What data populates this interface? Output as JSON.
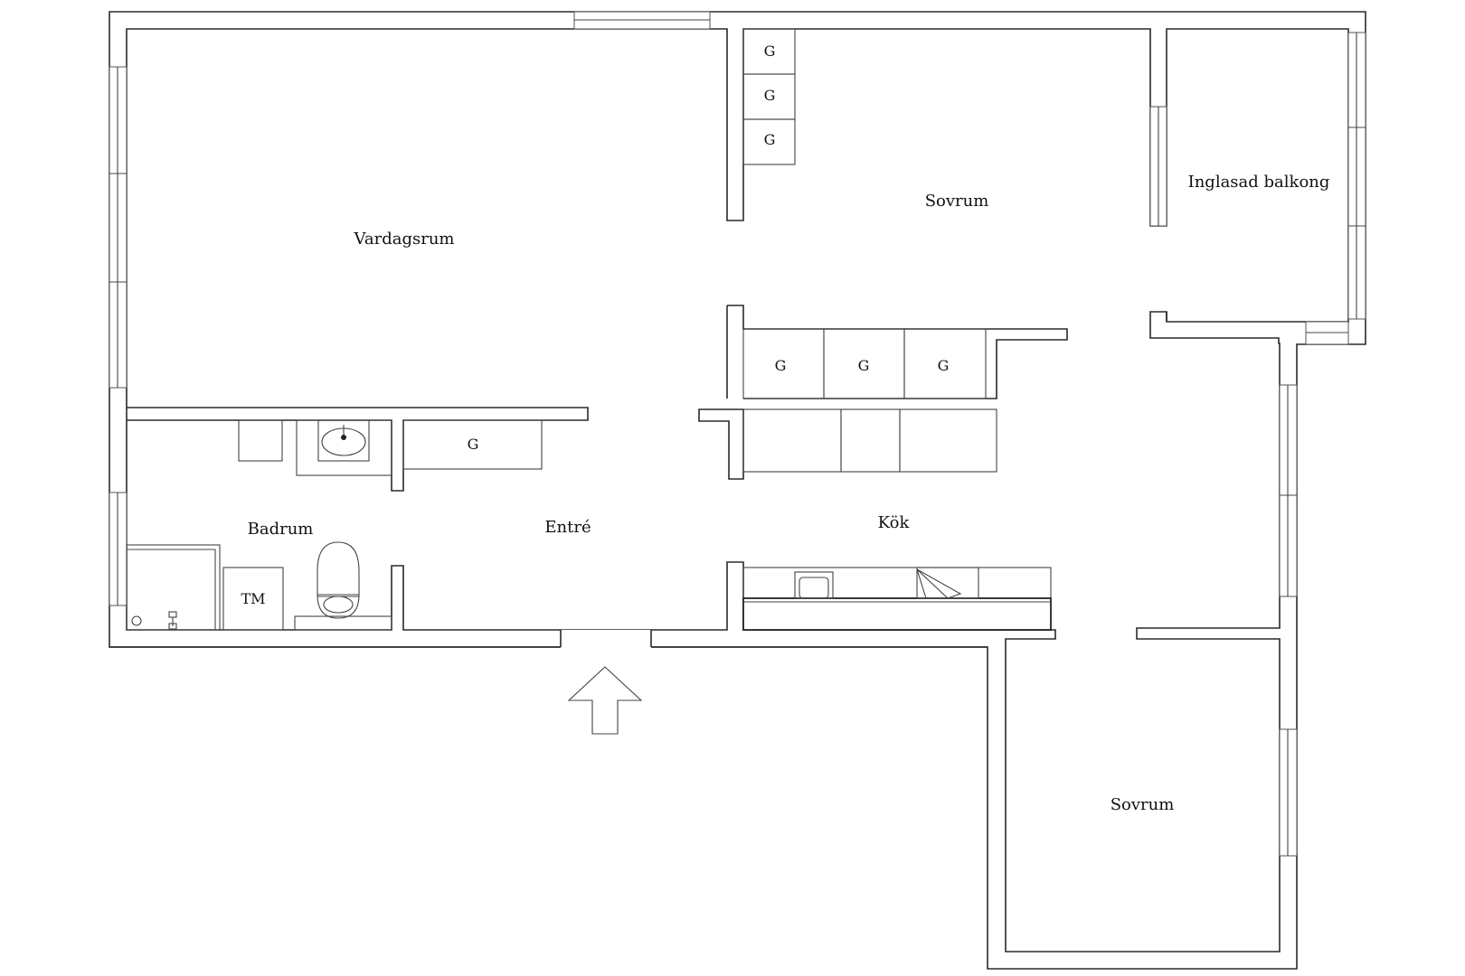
{
  "rooms": {
    "vardagsrum": "Vardagsrum",
    "sovrum_top": "Sovrum",
    "balkong": "Inglasad balkong",
    "badrum": "Badrum",
    "entre": "Entré",
    "kok": "Kök",
    "sovrum_bottom": "Sovrum"
  },
  "marks": {
    "wardrobe": "G",
    "washer": "TM"
  },
  "icons": {
    "entrance": "entrance-arrow-icon",
    "sink": "sink-icon",
    "toilet": "toilet-icon",
    "stove": "stove-icon",
    "shower": "shower-icon"
  }
}
